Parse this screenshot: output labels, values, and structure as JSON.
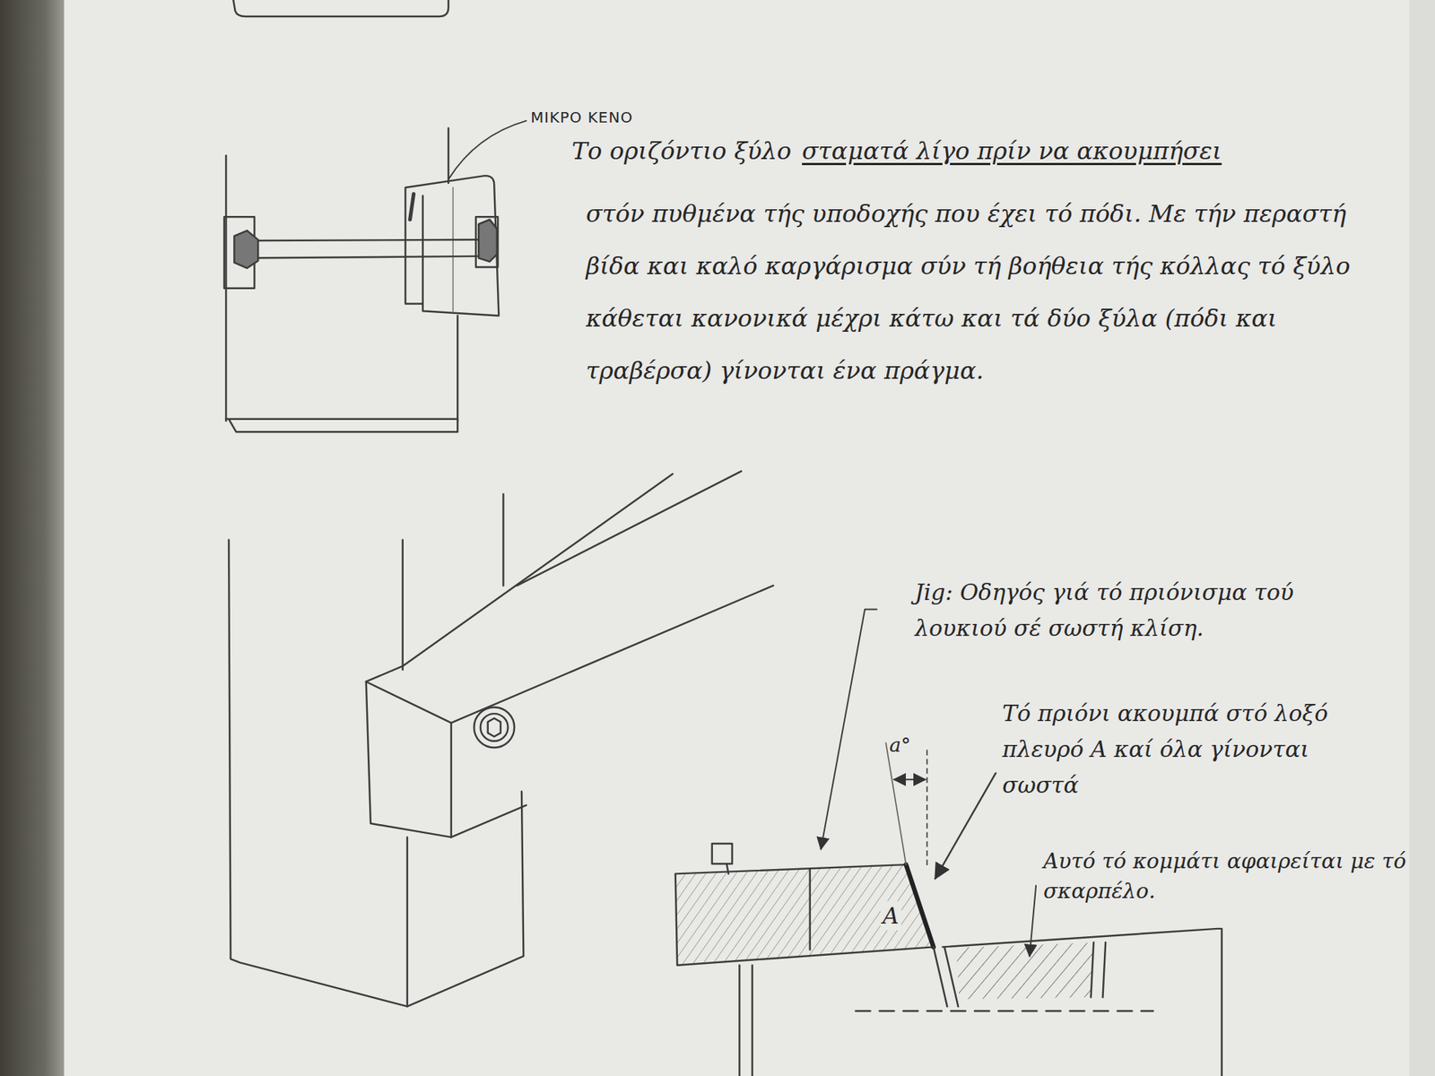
{
  "diagram": {
    "labels": [
      "ΜΙΚΡΟ ΚΕΝΟ",
      "Το οριζόντιο ξύλο",
      "σταματά λίγο πρίν να ακουμπήσει",
      "στόν πυθμένα τής υποδοχής που έχει τό πόδι. Με τήν περαστή βίδα και καλό καργάρισμα σύν τή βοήθεια τής κόλλας τό ξύλο κάθεται κανονικά μέχρι κάτω και τά δύο ξύλα (πόδι και τραβέρσα) γίνονται ένα πράγμα.",
      "Jig: Οδηγός γιά τό πριόνισμα τού λουκιού σέ σωστή κλίση.",
      "Τό πριόνι ακουμπά στό λοξό πλευρό A καί όλα γίνονται σωστά",
      "a°",
      "Αυτό τό κομμάτι αφαιρείται με τό σκαρπέλο.",
      "A"
    ]
  }
}
